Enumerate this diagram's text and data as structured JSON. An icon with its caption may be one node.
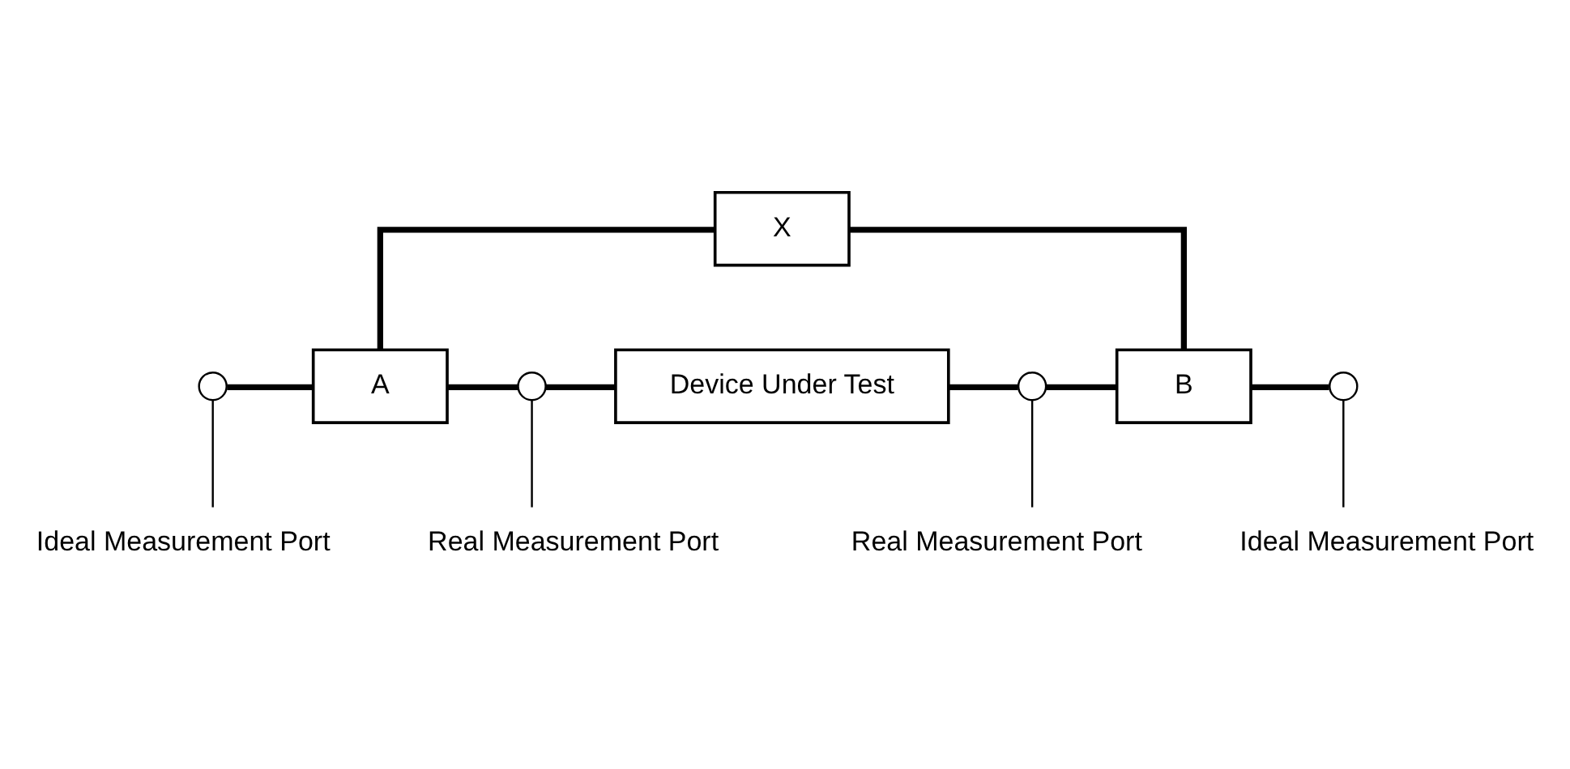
{
  "diagram": {
    "nodes": [
      {
        "text": [
          "X"
        ]
      },
      {
        "text": [],
        "shape": "circle"
      },
      {
        "text": [
          "A"
        ]
      },
      {
        "text": [],
        "shape": "circle"
      },
      {
        "text": [
          "Device Under Test"
        ]
      },
      {
        "text": [],
        "shape": "circle"
      },
      {
        "text": [
          "B"
        ]
      },
      {
        "text": [],
        "shape": "circle"
      },
      {
        "text": [
          "Ideal Measurement Port"
        ]
      },
      {
        "text": [
          "Real Measurement Port"
        ]
      },
      {
        "text": [
          "Real Measurement Port"
        ]
      },
      {
        "text": [
          "Ideal Measurement Port"
        ]
      }
    ],
    "edges": [
      {
        "from": 1,
        "to": 2,
        "arrow": "none"
      },
      {
        "from": 2,
        "to": 3,
        "arrow": "none"
      },
      {
        "from": 3,
        "to": 4,
        "arrow": "none"
      },
      {
        "from": 4,
        "to": 5,
        "arrow": "none"
      },
      {
        "from": 5,
        "to": 6,
        "arrow": "none"
      },
      {
        "from": 6,
        "to": 7,
        "arrow": "none"
      },
      {
        "from": 2,
        "to": 0,
        "arrow": "none"
      },
      {
        "from": 0,
        "to": 6,
        "arrow": "none"
      },
      {
        "from": 8,
        "to": 1,
        "arrow": "none"
      },
      {
        "from": 9,
        "to": 3,
        "arrow": "none"
      },
      {
        "from": 10,
        "to": 5,
        "arrow": "none"
      },
      {
        "from": 11,
        "to": 7,
        "arrow": "none"
      }
    ]
  }
}
